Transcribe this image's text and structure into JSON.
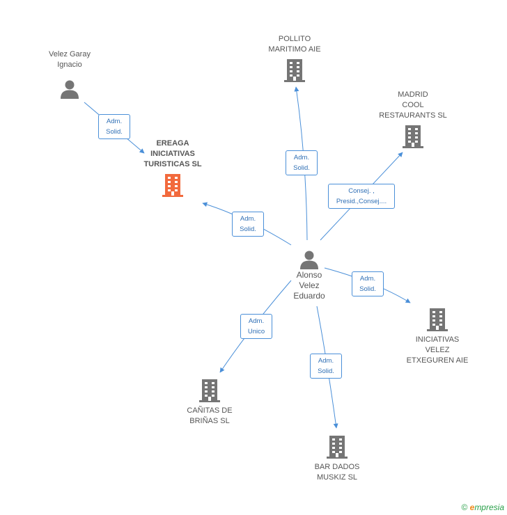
{
  "colors": {
    "edge": "#4a8fd8",
    "person": "#757575",
    "company": "#757575",
    "focus_company": "#f26a3d"
  },
  "nodes": {
    "velez_garay": {
      "label": "Velez Garay\nIgnacio",
      "type": "person"
    },
    "ereaga": {
      "label": "EREAGA\nINICIATIVAS\nTURISTICAS SL",
      "type": "company-focus"
    },
    "pollito": {
      "label": "POLLITO\nMARITIMO  AIE",
      "type": "company"
    },
    "madrid_cool": {
      "label": "MADRID\nCOOL\nRESTAURANTS SL",
      "type": "company"
    },
    "alonso": {
      "label": "Alonso\nVelez\nEduardo",
      "type": "person"
    },
    "iniciativas_velez": {
      "label": "INICIATIVAS\nVELEZ\nETXEGUREN AIE",
      "type": "company"
    },
    "canitas": {
      "label": "CAÑITAS DE\nBRIÑAS  SL",
      "type": "company"
    },
    "bar_dados": {
      "label": "BAR DADOS\nMUSKIZ SL",
      "type": "company"
    }
  },
  "edges": {
    "e1": {
      "label": "Adm.\nSolid."
    },
    "e2": {
      "label": "Adm.\nSolid."
    },
    "e3": {
      "label": "Adm.\nSolid."
    },
    "e4": {
      "label": "Consej. ,\nPresid.,Consej...."
    },
    "e5": {
      "label": "Adm.\nSolid."
    },
    "e6": {
      "label": "Adm.\nUnico"
    },
    "e7": {
      "label": "Adm.\nSolid."
    }
  },
  "footer": {
    "copyright": "©",
    "brand_initial": "e",
    "brand_rest": "mpresia"
  }
}
